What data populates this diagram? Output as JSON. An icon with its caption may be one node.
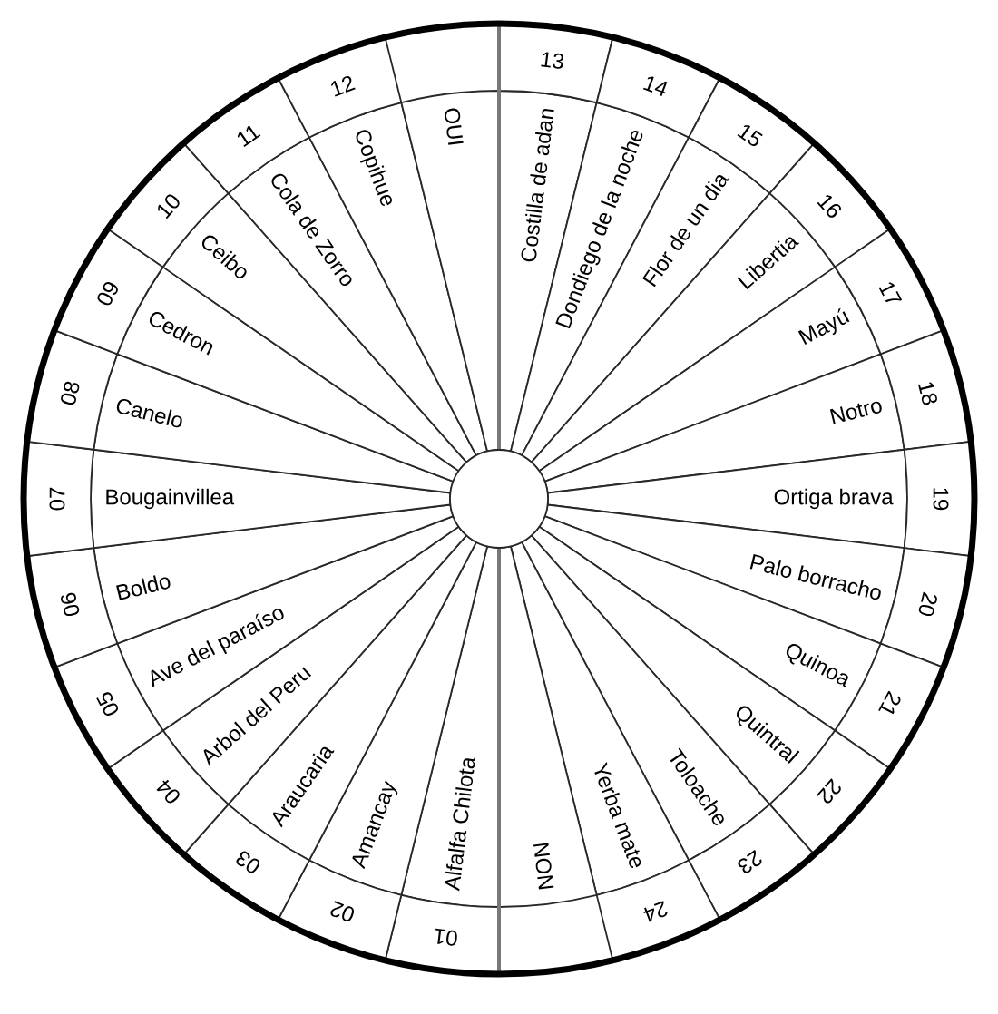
{
  "diagram": {
    "nodes": [
      {
        "text": [
          "01",
          "Alfalfa Chilota"
        ]
      },
      {
        "text": [
          "02",
          "Amancay"
        ]
      },
      {
        "text": [
          "03",
          "Araucaria"
        ]
      },
      {
        "text": [
          "04",
          "Arbol del Peru"
        ]
      },
      {
        "text": [
          "05",
          "Ave del paraíso"
        ]
      },
      {
        "text": [
          "06",
          "Boldo"
        ]
      },
      {
        "text": [
          "07",
          "Bougainvillea"
        ]
      },
      {
        "text": [
          "08",
          "Canelo"
        ]
      },
      {
        "text": [
          "09",
          "Cedron"
        ]
      },
      {
        "text": [
          "10",
          "Ceibo"
        ]
      },
      {
        "text": [
          "11",
          "Cola de Zorro"
        ]
      },
      {
        "text": [
          "12",
          "Copihue"
        ]
      },
      {
        "text": [
          "OUI"
        ]
      },
      {
        "text": [
          "13",
          "Costilla de adan"
        ]
      },
      {
        "text": [
          "14",
          "Dondiego de la noche"
        ]
      },
      {
        "text": [
          "15",
          "Flor de un dia"
        ]
      },
      {
        "text": [
          "16",
          "Libertia"
        ]
      },
      {
        "text": [
          "17",
          "Mayú"
        ]
      },
      {
        "text": [
          "18",
          "Notro"
        ]
      },
      {
        "text": [
          "19",
          "Ortiga brava"
        ]
      },
      {
        "text": [
          "20",
          "Palo borracho"
        ]
      },
      {
        "text": [
          "21",
          "Quinoa"
        ]
      },
      {
        "text": [
          "22",
          "Quintral"
        ]
      },
      {
        "text": [
          "23",
          "Toloache"
        ]
      },
      {
        "text": [
          "24",
          "Yerba mate"
        ]
      },
      {
        "text": [
          "NON"
        ]
      }
    ]
  }
}
